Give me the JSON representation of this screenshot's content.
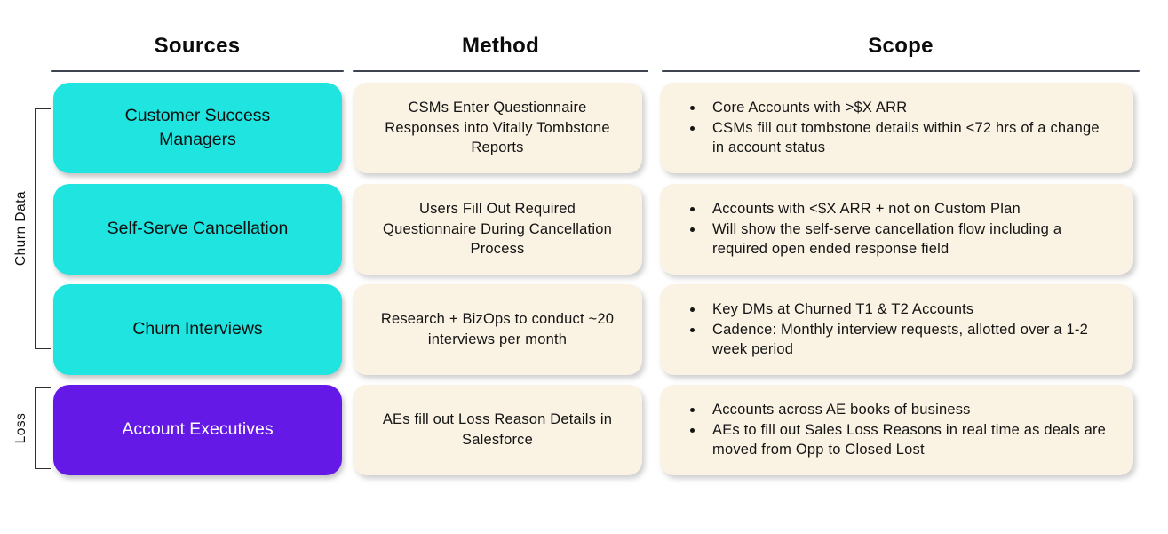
{
  "header": {
    "columns": [
      {
        "label": "Sources"
      },
      {
        "label": "Method"
      },
      {
        "label": "Scope"
      }
    ]
  },
  "groups": [
    {
      "label": "Churn Data"
    },
    {
      "label": "Loss"
    }
  ],
  "rows": [
    {
      "source": "Customer Success Managers",
      "group": "Churn Data",
      "method": "CSMs Enter Questionnaire Responses into Vitally Tombstone Reports",
      "scope": [
        "Core Accounts with >$X ARR",
        "CSMs fill out tombstone details within <72 hrs of a change in account status"
      ]
    },
    {
      "source": "Self-Serve Cancellation",
      "group": "Churn Data",
      "method": "Users Fill Out Required Questionnaire During Cancellation Process",
      "scope": [
        "Accounts with <$X ARR + not on Custom Plan",
        "Will show the self-serve cancellation flow including a required open ended response field"
      ]
    },
    {
      "source": "Churn Interviews",
      "group": "Churn Data",
      "method": "Research + BizOps to conduct ~20 interviews per month",
      "scope": [
        "Key DMs at Churned T1 & T2 Accounts",
        "Cadence: Monthly interview requests, allotted over a 1-2 week period"
      ]
    },
    {
      "source": "Account Executives",
      "group": "Loss",
      "method": "AEs fill out Loss Reason Details in Salesforce",
      "scope": [
        "Accounts across AE books of business",
        "AEs to fill out Sales Loss Reasons in real time as deals are moved from Opp to Closed Lost"
      ]
    }
  ],
  "colors": {
    "churn_source_box": "#1FE4E0",
    "loss_source_box": "#6519E6",
    "panel_box": "#FAF2E3",
    "header_underline": "#3E4551",
    "bracket": "#2F2F2F"
  }
}
